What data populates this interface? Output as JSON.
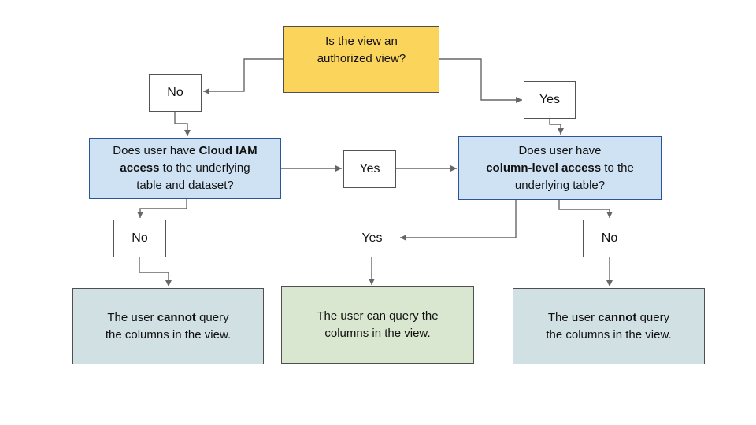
{
  "nodes": {
    "authorized_view": {
      "text": "Is the view an\nauthorized view?"
    },
    "no_top": {
      "label": "No"
    },
    "yes_top": {
      "label": "Yes"
    },
    "iam_question": {
      "pre": "Does user have ",
      "bold": "Cloud IAM\naccess",
      "post": " to the underlying\ntable and dataset?"
    },
    "yes_mid": {
      "label": "Yes"
    },
    "column_question": {
      "pre": "Does user have\n",
      "bold": "column-level access",
      "post": " to the\nunderlying table?"
    },
    "no_left": {
      "label": "No"
    },
    "yes_bottom": {
      "label": "Yes"
    },
    "no_right": {
      "label": "No"
    },
    "result_left": {
      "pre": "The user ",
      "bold": "cannot",
      "post": " query\nthe columns in the view."
    },
    "result_center": {
      "text": "The user can query the\ncolumns in the view."
    },
    "result_right": {
      "pre": "The user ",
      "bold": "cannot",
      "post": " query\nthe columns in the view."
    }
  },
  "edges": [
    {
      "from": "authorized_view",
      "to": "no_top"
    },
    {
      "from": "authorized_view",
      "to": "yes_top"
    },
    {
      "from": "no_top",
      "to": "iam_question"
    },
    {
      "from": "yes_top",
      "to": "column_question"
    },
    {
      "from": "iam_question",
      "to": "yes_mid"
    },
    {
      "from": "yes_mid",
      "to": "column_question"
    },
    {
      "from": "iam_question",
      "to": "no_left"
    },
    {
      "from": "no_left",
      "to": "result_left"
    },
    {
      "from": "column_question",
      "to": "yes_bottom"
    },
    {
      "from": "column_question",
      "to": "no_right"
    },
    {
      "from": "yes_bottom",
      "to": "result_center"
    },
    {
      "from": "no_right",
      "to": "result_right"
    }
  ],
  "colors": {
    "start_fill": "#FBD45C",
    "question_fill": "#CFE2F3",
    "question_border": "#2A5699",
    "result_negative_fill": "#D0E0E3",
    "result_positive_fill": "#D9E7D0",
    "box_border": "#4F4F4F",
    "connector": "#666666"
  }
}
